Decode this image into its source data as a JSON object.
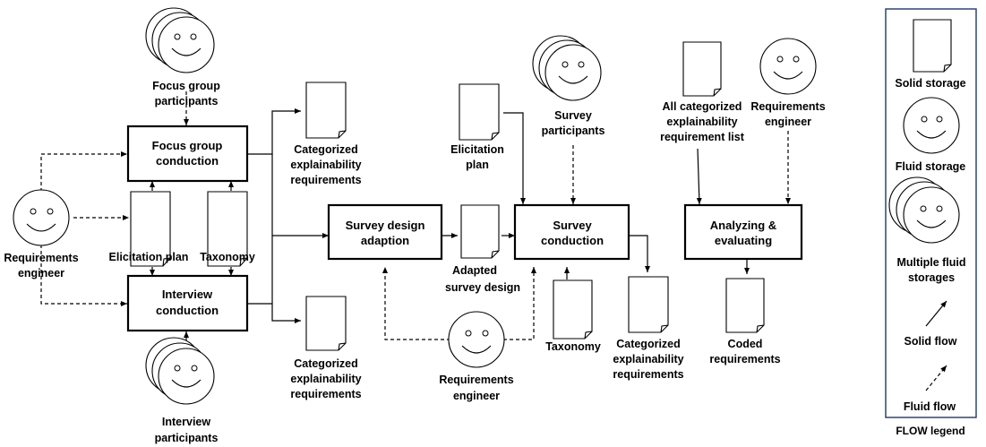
{
  "processes": {
    "focus_group": [
      "Focus group",
      "conduction"
    ],
    "interview": [
      "Interview",
      "conduction"
    ],
    "survey_design": [
      "Survey design",
      "adaption"
    ],
    "survey_conduction": [
      "Survey",
      "conduction"
    ],
    "analyzing": [
      "Analyzing &",
      "evaluating"
    ]
  },
  "actors": {
    "focus_group_participants": [
      "Focus group",
      "participants"
    ],
    "requirements_engineer_left": [
      "Requirements",
      "engineer"
    ],
    "interview_participants": [
      "Interview",
      "participants"
    ],
    "survey_participants": [
      "Survey",
      "participants"
    ],
    "requirements_engineer_mid": [
      "Requirements",
      "engineer"
    ],
    "requirements_engineer_right": [
      "Requirements",
      "engineer"
    ]
  },
  "documents": {
    "elicitation_plan_left": [
      "Elicitation plan"
    ],
    "taxonomy_left": [
      "Taxonomy"
    ],
    "categorized_top": [
      "Categorized",
      "explainability",
      "requirements"
    ],
    "categorized_bottom": [
      "Categorized",
      "explainability",
      "requirements"
    ],
    "elicitation_plan_mid": [
      "Elicitation",
      "plan"
    ],
    "adapted_survey_design": [
      "Adapted",
      "survey design"
    ],
    "taxonomy_mid": [
      "Taxonomy"
    ],
    "categorized_right": [
      "Categorized",
      "explainability",
      "requirements"
    ],
    "all_categorized": [
      "All categorized",
      "explainability",
      "requirement list"
    ],
    "coded_requirements": [
      "Coded",
      "requirements"
    ]
  },
  "legend": {
    "title": "FLOW legend",
    "solid_storage": "Solid storage",
    "fluid_storage": "Fluid storage",
    "multiple_fluid_storages": [
      "Multiple fluid",
      "storages"
    ],
    "solid_flow": "Solid flow",
    "fluid_flow": "Fluid flow"
  }
}
